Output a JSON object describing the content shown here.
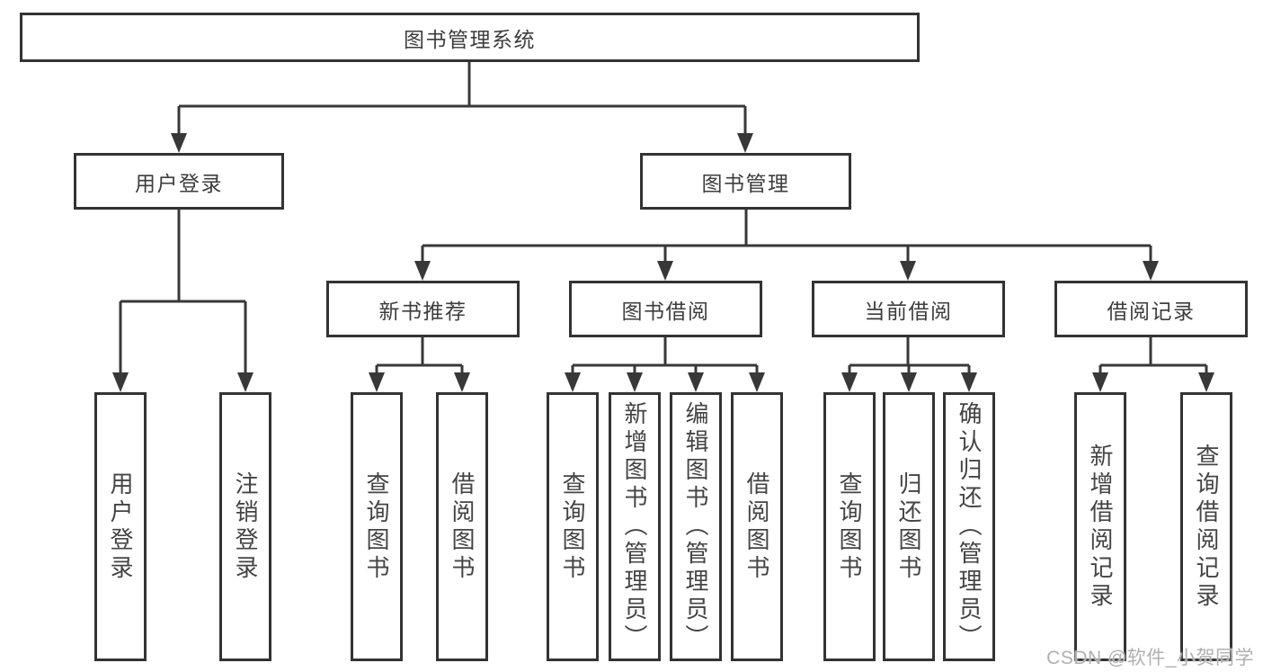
{
  "diagram_title": "图书管理系统",
  "tree": {
    "label": "图书管理系统",
    "children": [
      {
        "label": "用户登录",
        "children": [
          {
            "label": "用户登录"
          },
          {
            "label": "注销登录"
          }
        ]
      },
      {
        "label": "图书管理",
        "children": [
          {
            "label": "新书推荐",
            "children": [
              {
                "label": "查询图书"
              },
              {
                "label": "借阅图书"
              }
            ]
          },
          {
            "label": "图书借阅",
            "children": [
              {
                "label": "查询图书"
              },
              {
                "label": "新增图书（管理员）"
              },
              {
                "label": "编辑图书（管理员）"
              },
              {
                "label": "借阅图书"
              }
            ]
          },
          {
            "label": "当前借阅",
            "children": [
              {
                "label": "查询图书"
              },
              {
                "label": "归还图书"
              },
              {
                "label": "确认归还（管理员）"
              }
            ]
          },
          {
            "label": "借阅记录",
            "children": [
              {
                "label": "新增借阅记录"
              },
              {
                "label": "查询借阅记录"
              }
            ]
          }
        ]
      }
    ]
  },
  "watermark": "CSDN @软件_小贺同学",
  "colors": {
    "line": "#383838",
    "box_border": "#333333",
    "text": "#3d3d3d",
    "watermark": "#b0b0b0",
    "background": "#ffffff"
  }
}
